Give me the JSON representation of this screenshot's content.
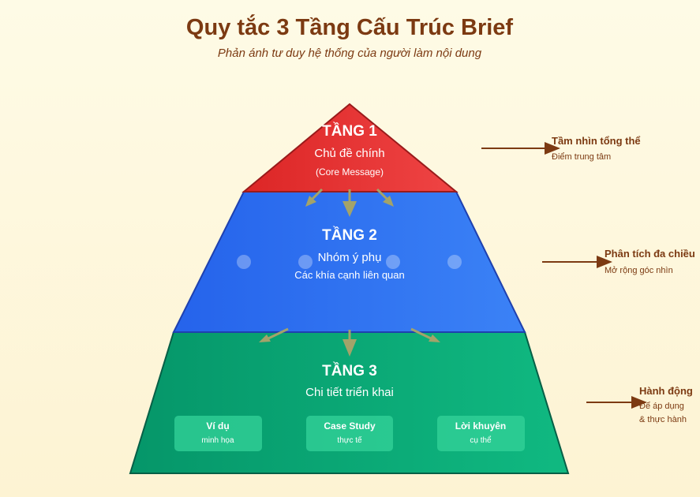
{
  "title": "Quy tắc 3 Tầng Cấu Trúc Brief",
  "subtitle": "Phản ánh tư duy hệ thống của người làm nội dung",
  "tiers": [
    {
      "name": "TẦNG 1",
      "line1": "Chủ đề chính",
      "line2": "(Core Message)",
      "color": "#e53e3e"
    },
    {
      "name": "TẦNG 2",
      "line1": "Nhóm ý phụ",
      "line2": "Các khía cạnh liên quan",
      "color": "#3b7be8"
    },
    {
      "name": "TẦNG 3",
      "line1": "Chi tiết triển khai",
      "color": "#10a86f"
    }
  ],
  "cards": [
    {
      "title": "Ví dụ",
      "sub": "minh họa"
    },
    {
      "title": "Case Study",
      "sub": "thực tế"
    },
    {
      "title": "Lời khuyên",
      "sub": "cụ thể"
    }
  ],
  "side_labels": [
    {
      "title": "Tầm nhìn tổng thể",
      "sub": "Điểm trung tâm"
    },
    {
      "title": "Phân tích đa chiều",
      "sub": "Mở rộng góc nhìn"
    },
    {
      "title": "Hành động",
      "sub": "Để áp dụng",
      "sub2": "& thực hành"
    }
  ]
}
